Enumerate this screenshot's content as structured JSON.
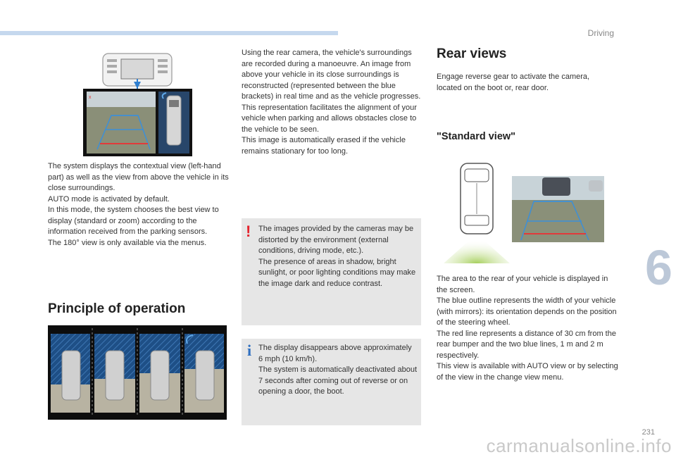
{
  "header": {
    "section": "Driving",
    "chapter": "6",
    "page": "231"
  },
  "watermark": "carmanualsonline.info",
  "left": {
    "contextual_text": "The system displays the contextual view (left-hand part) as well as the view from above the vehicle in its close surroundings.\nAUTO mode is activated by default.\nIn this mode, the system chooses the best view to display (standard or zoom) according to the information received from the parking sensors.\nThe 180° view is only available via the menus.",
    "principle_heading": "Principle of operation"
  },
  "middle": {
    "rear_camera_text": "Using the rear camera, the vehicle's surroundings are recorded during a manoeuvre. An image from above your vehicle in its close surroundings is reconstructed (represented between the blue brackets) in real time and as the vehicle progresses.\nThis representation facilitates the alignment of your vehicle when parking and allows obstacles close to the vehicle to be seen.\nThis image is automatically erased if the vehicle remains stationary for too long.",
    "warning_text": "The images provided by the cameras may be distorted by the environment (external conditions, driving mode, etc.).\nThe presence of areas in shadow, bright sunlight, or poor lighting conditions may make the image dark and reduce contrast.",
    "info_text": "The display disappears above approximately 6 mph (10 km/h).\nThe system is automatically deactivated about 7 seconds after coming out of reverse or on opening a door, the boot."
  },
  "right": {
    "rear_views_heading": "Rear views",
    "rear_views_text": "Engage reverse gear to activate the camera, located on the boot or, rear door.",
    "standard_view_heading": "\"Standard view\"",
    "standard_view_text": "The area to the rear of your vehicle is displayed in the screen.\nThe blue outline represents the width of your vehicle (with mirrors): its orientation depends on the position of the steering wheel.\nThe red line represents a distance of 30 cm from the rear bumper and the two blue lines, 1 m and 2 m respectively.\nThis view is available with AUTO view or by selecting of the view in the change view menu."
  },
  "colors": {
    "accent_bar": "#c5d8ee",
    "warning": "#e5232d",
    "info": "#2f6fc0",
    "note_bg": "#e6e6e6",
    "chapter": "#bcc8d8"
  }
}
